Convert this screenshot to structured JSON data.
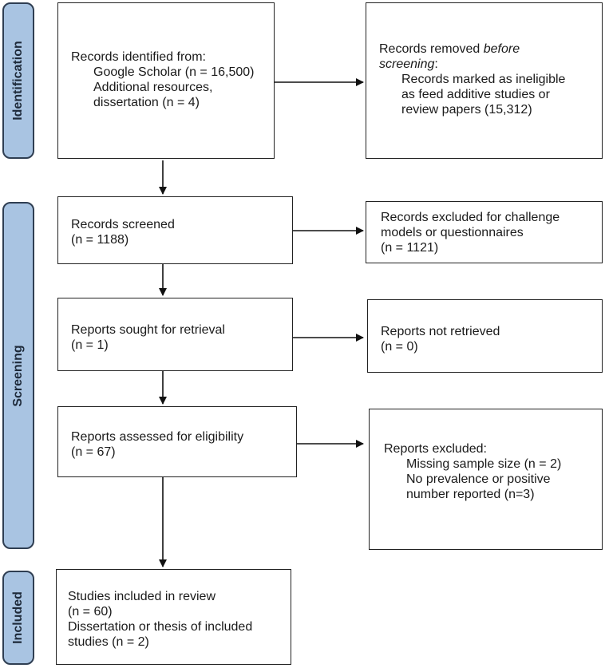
{
  "phases": {
    "identification": "Identification",
    "screening": "Screening",
    "included": "Included"
  },
  "identified": {
    "heading": "Records identified from:",
    "google_scholar": "Google Scholar (n = 16,500)",
    "additional_1": "Additional resources,",
    "additional_2": "dissertation (n = 4)"
  },
  "removed": {
    "heading_start": "Records removed ",
    "heading_em": "before",
    "heading_em2": "screening",
    "heading_end": ":",
    "line1": "Records marked as ineligible",
    "line2": "as feed additive studies or",
    "line3": "review papers (15,312)"
  },
  "screened": {
    "line1": "Records screened",
    "line2": "(n = 1188)"
  },
  "excluded_records": {
    "line1": "Records excluded for challenge",
    "line2": "models or questionnaires",
    "line3": "(n = 1121)"
  },
  "sought": {
    "line1": "Reports sought for retrieval",
    "line2": "(n = 1)"
  },
  "not_retrieved": {
    "line1": "Reports not retrieved",
    "line2": "(n = 0)"
  },
  "assessed": {
    "line1": "Reports assessed for eligibility",
    "line2": "(n = 67)"
  },
  "reports_excluded": {
    "heading": "Reports excluded:",
    "line1": "Missing sample size (n = 2)",
    "line2": "No prevalence or positive",
    "line3": "number reported (n=3)"
  },
  "included": {
    "line1": "Studies included in review",
    "line2": "(n = 60)",
    "line3": "Dissertation or thesis of included",
    "line4": "studies (n = 2)"
  }
}
